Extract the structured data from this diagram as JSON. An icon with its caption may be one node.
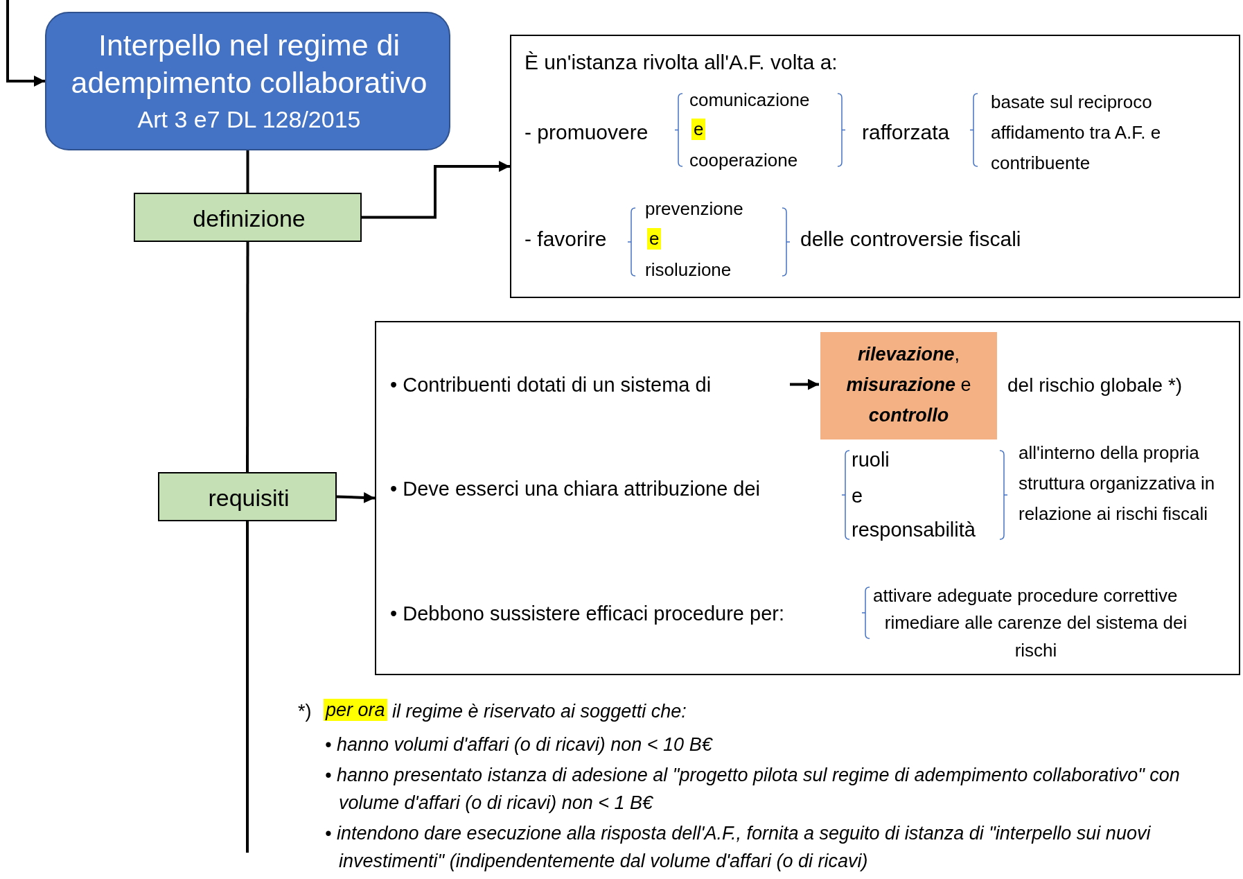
{
  "diagram": {
    "nodes": [
      {
        "text": [
          "Interpello nel regime di adempimento collaborativo",
          "Art 3 e7 DL 128/2015"
        ]
      },
      {
        "text": [
          "definizione"
        ]
      },
      {
        "text": [
          "È un'istanza rivolta all'A.F. volta a:",
          "- promuovere",
          "comunicazione",
          "e",
          "cooperazione",
          "rafforzata",
          "basate sul reciproco affidamento tra A.F. e contribuente",
          "- favorire",
          "prevenzione",
          "e",
          "risoluzione",
          "delle controversie fiscali"
        ]
      },
      {
        "text": [
          "requisiti"
        ]
      },
      {
        "text": [
          "• Contribuenti dotati di un sistema di",
          "del rischio globale *)",
          "• Deve esserci una chiara attribuzione dei",
          "ruoli",
          "e",
          "responsabilità",
          "all'interno della propria struttura organizzativa in relazione ai rischi fiscali",
          "• Debbono sussistere efficaci procedure per:",
          "attivare adeguate procedure correttive",
          "rimediare alle carenze del sistema dei rischi"
        ]
      },
      {
        "text": [
          "**rilevazione**, **misurazione** e **controllo**"
        ],
        "in": 4
      }
    ],
    "edges": [
      {
        "from": null,
        "to": 0,
        "arrow": "to"
      },
      {
        "from": 0,
        "to": 1,
        "arrow": "none"
      },
      {
        "from": 1,
        "to": 3,
        "arrow": "none"
      },
      {
        "from": 3,
        "to": null,
        "arrow": "none"
      },
      {
        "from": 1,
        "to": 2,
        "arrow": "to"
      },
      {
        "from": 3,
        "to": 4,
        "arrow": "to"
      },
      {
        "from": null,
        "to": 5,
        "arrow": "to"
      }
    ],
    "labels": [
      "*)",
      "per ora",
      "il regime è riservato ai soggetti che:",
      "• hanno volumi d'affari (o di ricavi) non < 10 B€",
      "• hanno presentato istanza di adesione al \"progetto pilota sul regime di adempimento collaborativo\" con volume d'affari (o di ricavi) non < 1 B€",
      "• intendono dare esecuzione alla risposta dell'A.F., fornita a seguito di istanza di \"interpello sui nuovi investimenti\" (indipendentemente dal volume d'affari (o di ricavi)"
    ]
  }
}
